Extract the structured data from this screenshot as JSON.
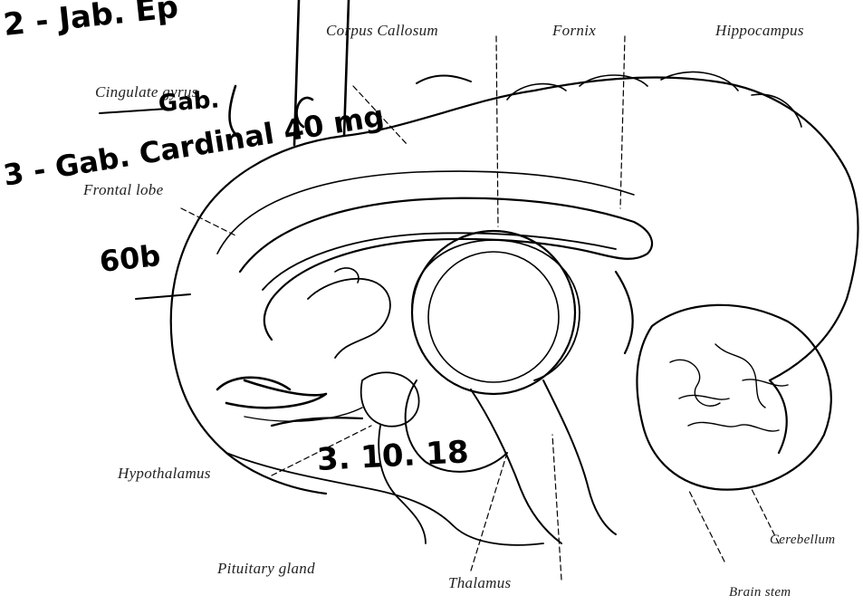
{
  "labels": {
    "cingulate_callosum": "Corpus Callosum",
    "fornix": "Fornix",
    "hippocampus": "Hippocampus",
    "cingulate_gyrus": "Cingulate gyrus",
    "frontal_lobe": "Frontal lobe",
    "hypothalamus": "Hypothalamus",
    "pituitary": "Pituitary gland",
    "thalamus": "Thalamus",
    "cerebellum": "Cerebellum",
    "brain_stem": "Brain stem"
  },
  "handwriting": {
    "note_top": "2 - Jab. Ep",
    "note_gab": "Gab.",
    "note_cardinal": "3 - Gab. Cardinal 40 mg",
    "note_left": "60b",
    "note_bottom": "3. 10. 18"
  }
}
